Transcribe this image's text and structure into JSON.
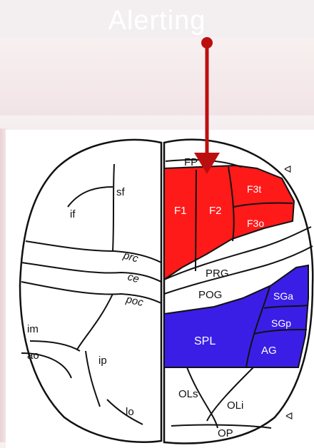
{
  "title": "Alerting",
  "colors": {
    "frontal_active": "#ff1a1a",
    "parietal_active": "#3b1ee6",
    "arrow": "#bb0f0f",
    "outline": "#111111"
  },
  "labels": {
    "left": {
      "sf": "sf",
      "if": "if",
      "prc": "prc",
      "ce": "ce",
      "poc": "poc",
      "im": "im",
      "ao": "ao",
      "ip": "ip",
      "lo": "lo"
    },
    "right": {
      "fp": "FP",
      "f1": "F1",
      "f2": "F2",
      "f3t": "F3t",
      "f3o": "F3o",
      "prg": "PRG",
      "pog": "POG",
      "sga": "SGa",
      "sgp": "SGp",
      "spl": "SPL",
      "ag": "AG",
      "ols": "OLs",
      "oli": "OLi",
      "op": "OP"
    }
  }
}
